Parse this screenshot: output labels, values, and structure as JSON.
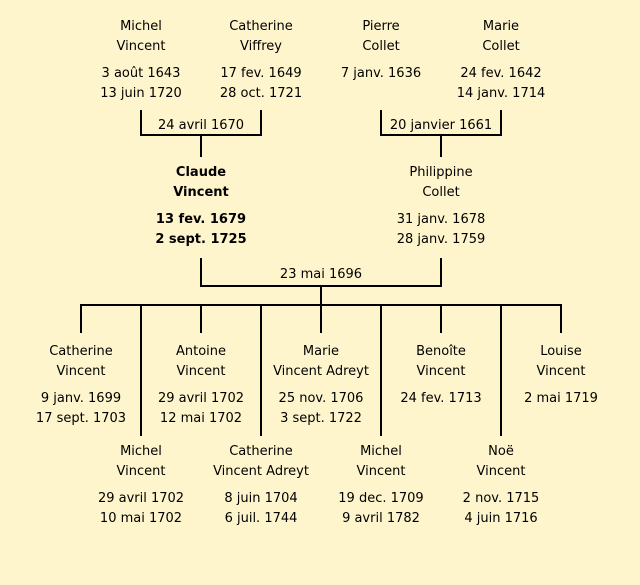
{
  "grandparents": [
    {
      "first": "Michel",
      "last": "Vincent",
      "birth": "3 août 1643",
      "death": "13 juin 1720"
    },
    {
      "first": "Catherine",
      "last": "Viffrey",
      "birth": "17 fev. 1649",
      "death": "28 oct. 1721"
    },
    {
      "first": "Pierre",
      "last": "Collet",
      "birth": "7 janv. 1636",
      "death": ""
    },
    {
      "first": "Marie",
      "last": "Collet",
      "birth": "24 fev. 1642",
      "death": "14 janv. 1714"
    }
  ],
  "marriages": {
    "vincent_viffrey": "24 avril 1670",
    "collet_collet": "20 janvier 1661",
    "parents": "23 mai 1696"
  },
  "parents": [
    {
      "first": "Claude",
      "last": "Vincent",
      "birth": "13 fev. 1679",
      "death": "2 sept. 1725"
    },
    {
      "first": "Philippine",
      "last": "Collet",
      "birth": "31 janv. 1678",
      "death": "28 janv. 1759"
    }
  ],
  "children_row1": [
    {
      "first": "Catherine",
      "last": "Vincent",
      "birth": "9 janv. 1699",
      "death": "17 sept. 1703"
    },
    {
      "first": "Antoine",
      "last": "Vincent",
      "birth": "29 avril 1702",
      "death": "12 mai 1702"
    },
    {
      "first": "Marie",
      "last": "Vincent Adreyt",
      "birth": "25 nov. 1706",
      "death": "3 sept. 1722"
    },
    {
      "first": "Benoîte",
      "last": "Vincent",
      "birth": "24 fev. 1713",
      "death": ""
    },
    {
      "first": "Louise",
      "last": "Vincent",
      "birth": "2 mai 1719",
      "death": ""
    }
  ],
  "children_row2": [
    {
      "first": "Michel",
      "last": "Vincent",
      "birth": "29 avril 1702",
      "death": "10 mai 1702"
    },
    {
      "first": "Catherine",
      "last": "Vincent Adreyt",
      "birth": "8 juin 1704",
      "death": "6 juil. 1744"
    },
    {
      "first": "Michel",
      "last": "Vincent",
      "birth": "19 dec. 1709",
      "death": "9 avril 1782"
    },
    {
      "first": "Noë",
      "last": "Vincent",
      "birth": "2 nov. 1715",
      "death": "4 juin 1716"
    }
  ]
}
